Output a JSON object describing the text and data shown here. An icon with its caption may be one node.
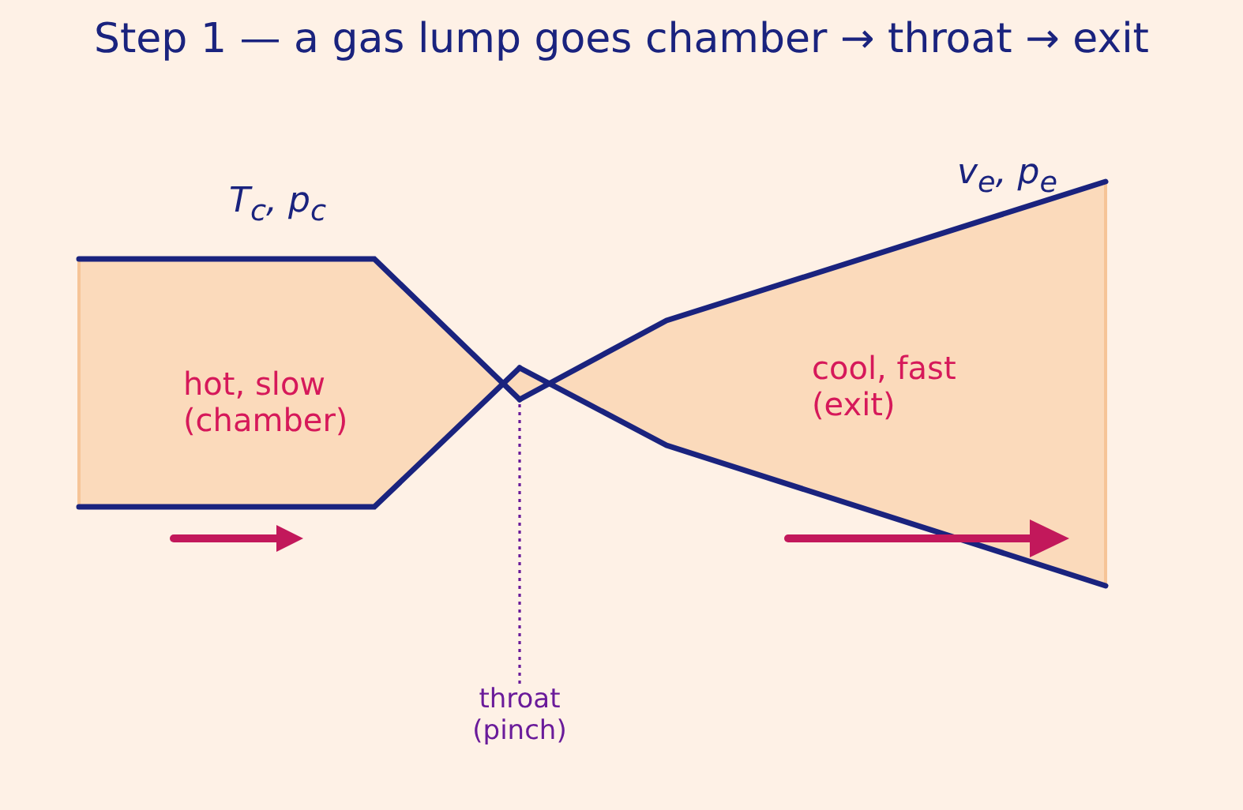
{
  "diagram": {
    "title": "Step 1 — a gas lump goes chamber → throat → exit",
    "nodes": [
      {
        "text": [
          "hot, slow (chamber)"
        ],
        "beside": [
          "T$_{c}$, p$_{c}$"
        ]
      },
      {
        "text": [],
        "shape": "diamond"
      },
      {
        "text": [
          "cool, fast (exit)"
        ],
        "beside": [
          "v$_{e}$, p$_{e}$"
        ]
      },
      {
        "text": [
          "throat (pinch)"
        ]
      }
    ],
    "edges": [
      {
        "from": 3,
        "to": 1,
        "arrow": "none",
        "style": "dashed"
      }
    ]
  }
}
